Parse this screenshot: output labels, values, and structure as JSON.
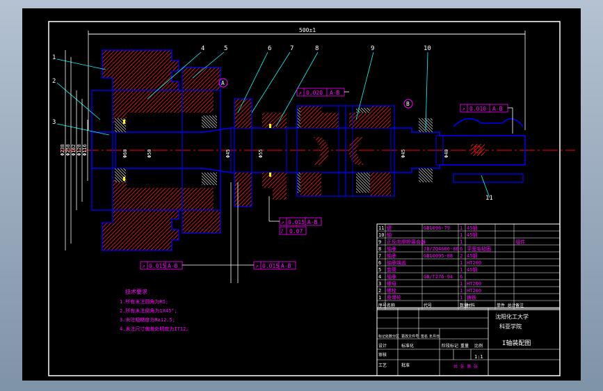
{
  "drawing": {
    "overall_dimension": "500±1",
    "part_callouts": [
      "1",
      "2",
      "3",
      "4",
      "5",
      "6",
      "7",
      "8",
      "9",
      "10",
      "11"
    ],
    "datum_markers": [
      "A",
      "B"
    ],
    "tolerances": [
      {
        "symbol": "↗",
        "value": "0.020",
        "datum": "A-B"
      },
      {
        "symbol": "↗",
        "value": "0.010",
        "datum": "A-B"
      },
      {
        "symbol": "↗",
        "value": "0.015",
        "datum": "A-B"
      },
      {
        "symbol": "⫽",
        "value": "0.07",
        "datum": ""
      },
      {
        "symbol": "↗",
        "value": "0.015",
        "datum": "A-B"
      },
      {
        "symbol": "↗",
        "value": "0.015",
        "datum": "A-B"
      }
    ],
    "diameter_labels": [
      "Φ238",
      "Φ258",
      "Φ162",
      "Φ128",
      "Φ116",
      "Φ60",
      "Φ50",
      "Φ45",
      "Φ55",
      "Φ45",
      "Φ40"
    ]
  },
  "tech_requirements": {
    "title": "技术要求",
    "items": [
      "1.所有未注圆角为R5;",
      "2.所有未注倒角为1X45°;",
      "3.未注粗糙度为Ra12.5;",
      "4.未注尺寸偏差处精度为IT12。"
    ]
  },
  "bom": {
    "rows": [
      {
        "no": "11",
        "name": "键",
        "code": "GB1096-79",
        "qty": "1",
        "material": "45钢",
        "note": ""
      },
      {
        "no": "10",
        "name": "轴",
        "code": "",
        "qty": "1",
        "material": "45钢",
        "note": ""
      },
      {
        "no": "9",
        "name": "正反向摩擦离合器",
        "code": "",
        "qty": "1",
        "material": "",
        "note": "组件"
      },
      {
        "no": "8",
        "name": "轴承",
        "code": "JB/ZQ4606-86",
        "qty": "6",
        "material": "平面毛毡圈",
        "note": ""
      },
      {
        "no": "7",
        "name": "轴承",
        "code": "GB10095-88",
        "qty": "2",
        "material": "45钢",
        "note": ""
      },
      {
        "no": "6",
        "name": "轴承端盖",
        "code": "",
        "qty": "1",
        "material": "HT200",
        "note": ""
      },
      {
        "no": "5",
        "name": "套筒",
        "code": "",
        "qty": "1",
        "material": "45钢",
        "note": ""
      },
      {
        "no": "4",
        "name": "轴承",
        "code": "GB/T276-94",
        "qty": "6",
        "material": "",
        "note": ""
      },
      {
        "no": "3",
        "name": "螺母",
        "code": "",
        "qty": "1",
        "material": "HT200",
        "note": ""
      },
      {
        "no": "2",
        "name": "螺栓",
        "code": "",
        "qty": "1",
        "material": "HT200",
        "note": ""
      },
      {
        "no": "1",
        "name": "皮带轮",
        "code": "",
        "qty": "1",
        "material": "铸铁",
        "note": ""
      }
    ],
    "header": {
      "no": "序号",
      "name": "名称",
      "code": "代号",
      "qty": "数量",
      "material": "材料",
      "weight": "单件 总计",
      "note": "备注"
    }
  },
  "title_block": {
    "school_line1": "沈阳化工大学",
    "school_line2": "科亚学院",
    "drawing_title": "I轴装配图",
    "row_labels": [
      "标记",
      "处数",
      "分区",
      "更改文件号",
      "签名",
      "年月日"
    ],
    "design_label": "设计",
    "std_label": "标准化",
    "stage_label": "阶段标记",
    "weight_label": "重量",
    "scale_label": "比例",
    "scale_value": "1:1",
    "check_label": "审核",
    "process_label": "工艺",
    "approve_label": "批准",
    "sheet_text": "共 张  第 张"
  },
  "colors": {
    "outline": "#0000ff",
    "hatch": "#ff0000",
    "dimension": "#00ffff",
    "leader": "#00ffff",
    "text_magenta": "#ff00ff",
    "border": "#ffffff",
    "background": "#000000",
    "window": "#9db0c4"
  }
}
